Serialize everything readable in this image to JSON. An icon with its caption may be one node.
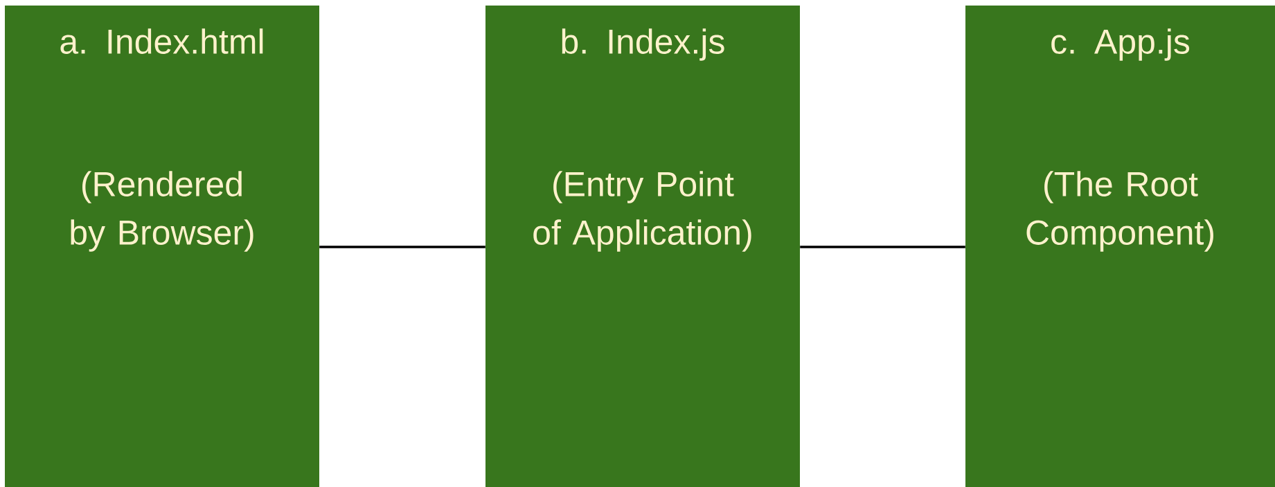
{
  "diagram": {
    "nodes": [
      {
        "text": [
          "a. Index.html",
          "(Rendered by Browser)"
        ]
      },
      {
        "text": [
          "b. Index.js",
          "(Entry Point of Application)"
        ]
      },
      {
        "text": [
          "c. App.js",
          "(The Root Component)"
        ]
      }
    ],
    "edges": [
      {
        "from": 0,
        "to": 1,
        "arrow": "none"
      },
      {
        "from": 1,
        "to": 2,
        "arrow": "none"
      }
    ]
  }
}
